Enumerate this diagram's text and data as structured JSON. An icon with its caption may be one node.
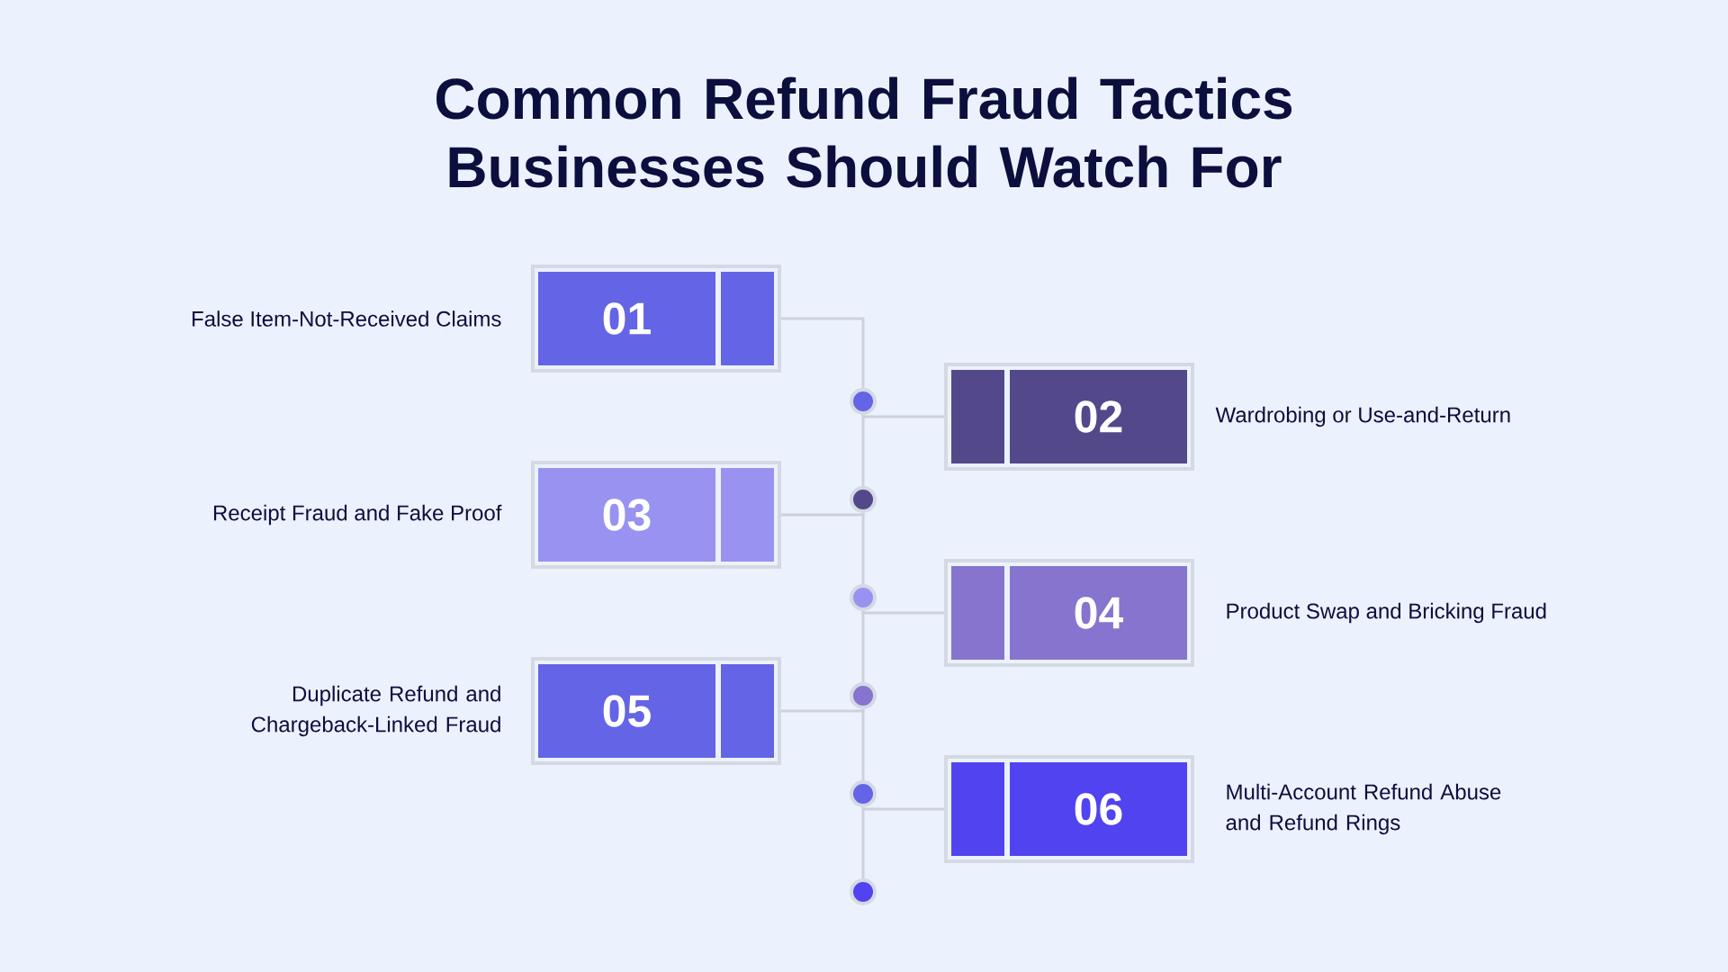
{
  "diagram": {
    "title": "Common Refund Fraud Tactics Businesses Should Watch For",
    "nodes": [
      {
        "text": [
          "01"
        ],
        "beside": [
          "False Item-Not-Received Claims"
        ]
      },
      {
        "text": [
          "02"
        ],
        "beside": [
          "Wardrobing or Use-and-Return"
        ]
      },
      {
        "text": [
          "03"
        ],
        "beside": [
          "Receipt Fraud and Fake Proof"
        ]
      },
      {
        "text": [
          "04"
        ],
        "beside": [
          "Product Swap and Bricking Fraud"
        ]
      },
      {
        "text": [
          "05"
        ],
        "beside": [
          "Duplicate Refund and Chargeback-Linked Fraud"
        ]
      },
      {
        "text": [
          "06"
        ],
        "beside": [
          "Multi-Account Refund Abuse and Refund Rings"
        ]
      },
      {
        "text": [],
        "shape": "circle"
      },
      {
        "text": [],
        "shape": "circle"
      },
      {
        "text": [],
        "shape": "circle"
      },
      {
        "text": [],
        "shape": "circle"
      },
      {
        "text": [],
        "shape": "circle"
      },
      {
        "text": [],
        "shape": "circle"
      }
    ],
    "edges": [
      {
        "from": 0,
        "to": 6,
        "arrow": "none"
      },
      {
        "from": 6,
        "to": 1,
        "arrow": "none"
      },
      {
        "from": 6,
        "to": 7,
        "arrow": "none"
      },
      {
        "from": 7,
        "to": 2,
        "arrow": "none"
      },
      {
        "from": 7,
        "to": 8,
        "arrow": "none"
      },
      {
        "from": 8,
        "to": 3,
        "arrow": "none"
      },
      {
        "from": 8,
        "to": 9,
        "arrow": "none"
      },
      {
        "from": 9,
        "to": 4,
        "arrow": "none"
      },
      {
        "from": 9,
        "to": 10,
        "arrow": "none"
      },
      {
        "from": 10,
        "to": 5,
        "arrow": "none"
      },
      {
        "from": 10,
        "to": 11,
        "arrow": "none"
      }
    ]
  }
}
